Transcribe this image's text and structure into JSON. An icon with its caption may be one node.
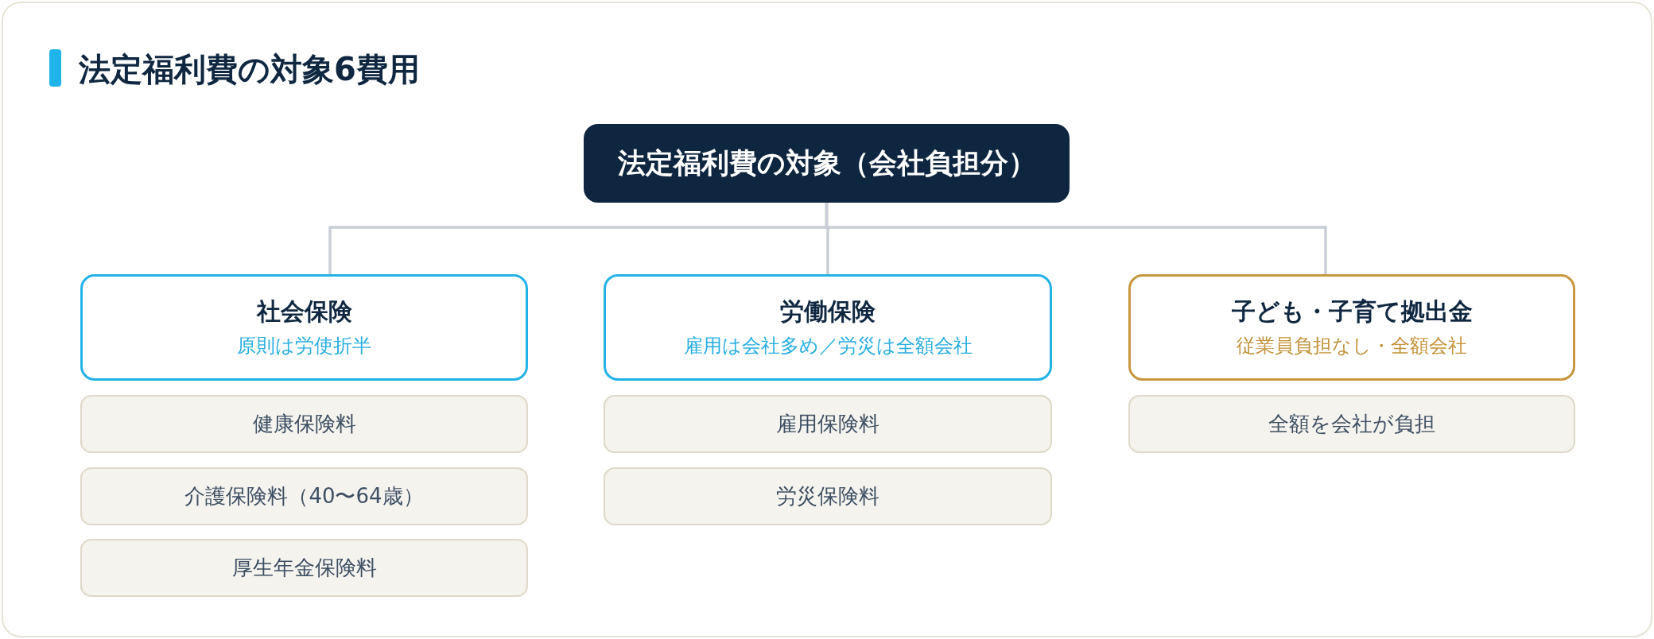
{
  "diagram": {
    "title": "法定福利費の対象6費用",
    "nodes": [
      {
        "text": [
          "法定福利費の対象（会社負担分）"
        ]
      },
      {
        "text": [
          "社会保険",
          "原則は労使折半"
        ]
      },
      {
        "text": [
          "労働保険",
          "雇用は会社多め／労災は全額会社"
        ]
      },
      {
        "text": [
          "子ども・子育て拠出金",
          "従業員負担なし・全額会社"
        ]
      },
      {
        "text": [
          "健康保険料"
        ]
      },
      {
        "text": [
          "介護保険料（40〜64歳）"
        ]
      },
      {
        "text": [
          "厚生年金保険料"
        ]
      },
      {
        "text": [
          "雇用保険料"
        ]
      },
      {
        "text": [
          "労災保険料"
        ]
      },
      {
        "text": [
          "全額を会社が負担"
        ]
      }
    ],
    "edges": [
      {
        "from": 0,
        "to": 1,
        "arrow": "none"
      },
      {
        "from": 0,
        "to": 2,
        "arrow": "none"
      },
      {
        "from": 0,
        "to": 3,
        "arrow": "none"
      }
    ]
  }
}
